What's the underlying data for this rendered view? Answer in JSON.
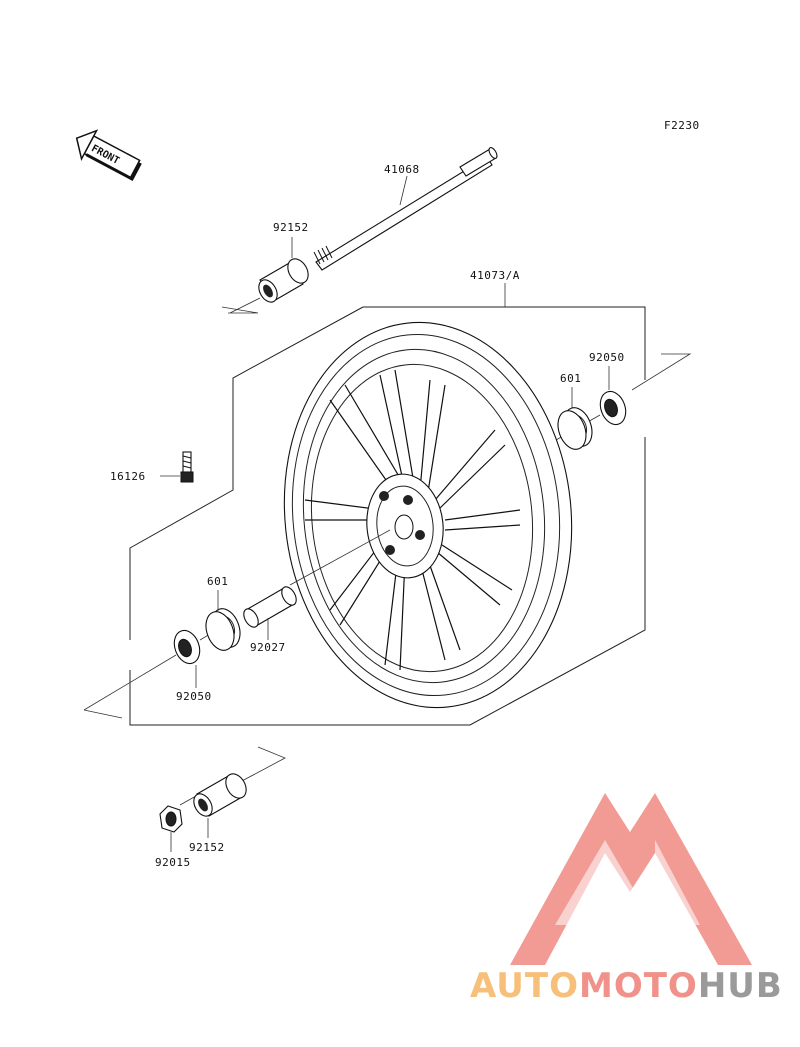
{
  "diagram": {
    "code": "F2230",
    "front_badge": "FRONT",
    "parts": {
      "axle": "41068",
      "collar_upper": "92152",
      "wheel": "41073/A",
      "bearing_right": "601",
      "seal_right": "92050",
      "valve": "16126",
      "bearing_left": "601",
      "spacer": "92027",
      "seal_left": "92050",
      "collar_lower": "92152",
      "nut": "92015"
    }
  },
  "watermark": {
    "brand_part1": "AUTO",
    "brand_part2": "MOTO",
    "brand_part3": "HUB",
    "colors": {
      "logo_red": "#f08a82",
      "auto_orange": "#f7c07a",
      "moto_red": "#f0928a",
      "hub_gray": "#9a9a9a"
    }
  }
}
